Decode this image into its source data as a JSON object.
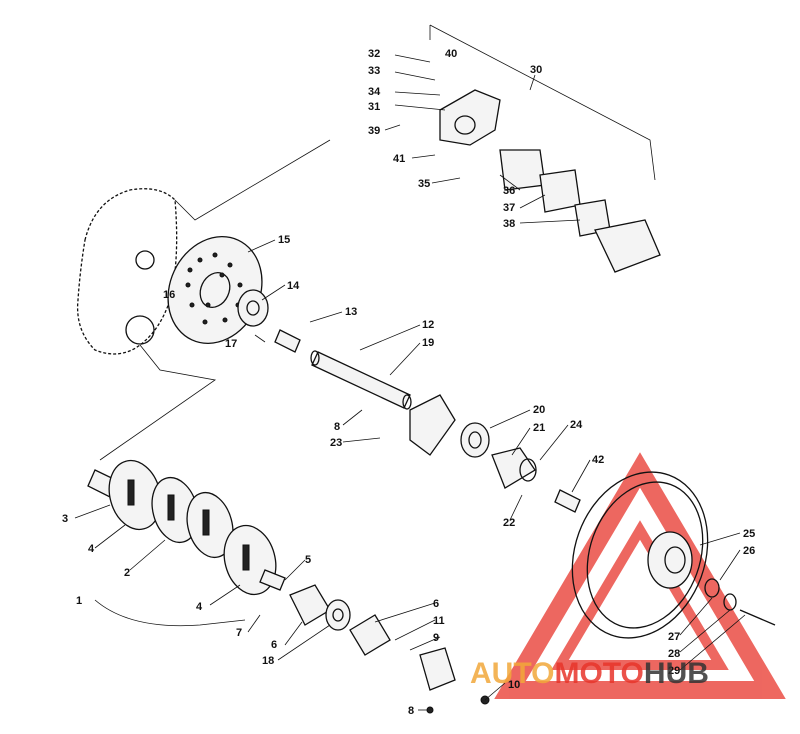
{
  "labels": {
    "c1": "1",
    "c2": "2",
    "c3": "3",
    "c4a": "4",
    "c4b": "4",
    "c5": "5",
    "c6a": "6",
    "c6b": "6",
    "c7": "7",
    "c8a": "8",
    "c8b": "8",
    "c9": "9",
    "c10": "10",
    "c11": "11",
    "c12": "12",
    "c13": "13",
    "c14": "14",
    "c15": "15",
    "c16": "16",
    "c17": "17",
    "c18": "18",
    "c19": "19",
    "c20": "20",
    "c21": "21",
    "c22": "22",
    "c23": "23",
    "c24": "24",
    "c25": "25",
    "c26": "26",
    "c27": "27",
    "c28": "28",
    "c29": "29",
    "c30": "30",
    "c31": "31",
    "c32": "32",
    "c33": "33",
    "c34": "34",
    "c35": "35",
    "c36": "36",
    "c37": "37",
    "c38": "38",
    "c39": "39",
    "c40": "40",
    "c41": "41",
    "c42": "42"
  },
  "watermark": {
    "part1": "AUTO",
    "part2": "MOTO",
    "part3": "HUB",
    "color_primary": "#e8352b",
    "color_secondary": "#f2a83a",
    "color_dark": "#333333"
  }
}
